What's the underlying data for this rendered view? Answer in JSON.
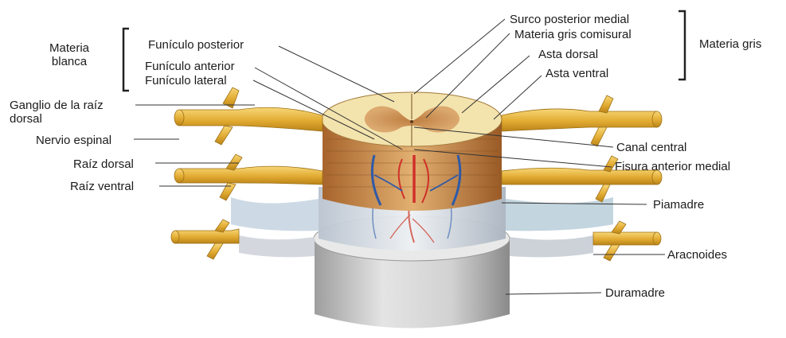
{
  "labels": {
    "materia_blanca": "Materia\nblanca",
    "funiculo_posterior": "Funículo posterior",
    "funiculo_anterior": "Funículo anterior",
    "funiculo_lateral": "Funículo lateral",
    "ganglio": "Ganglio de la raíz\ndorsal",
    "nervio_espinal": "Nervio espinal",
    "raiz_dorsal": "Raíz dorsal",
    "raiz_ventral": "Raíz ventral",
    "surco_posterior": "Surco posterior medial",
    "materia_gris_comisural": "Materia gris comisural",
    "asta_dorsal": "Asta dorsal",
    "asta_ventral": "Asta ventral",
    "materia_gris": "Materia gris",
    "canal_central": "Canal central",
    "fisura_anterior": "Fisura anterior medial",
    "piamadre": "Piamadre",
    "aracnoides": "Aracnoides",
    "duramadre": "Duramadre"
  },
  "colors": {
    "nerve": "#e8b53c",
    "white_matter": "#f3e3ad",
    "grey_matter": "#c98a4a",
    "pia": "#d6dde6",
    "dura": "#c9c9c9",
    "artery": "#d0302a",
    "vein": "#2e5aa8",
    "leader": "#333333"
  }
}
